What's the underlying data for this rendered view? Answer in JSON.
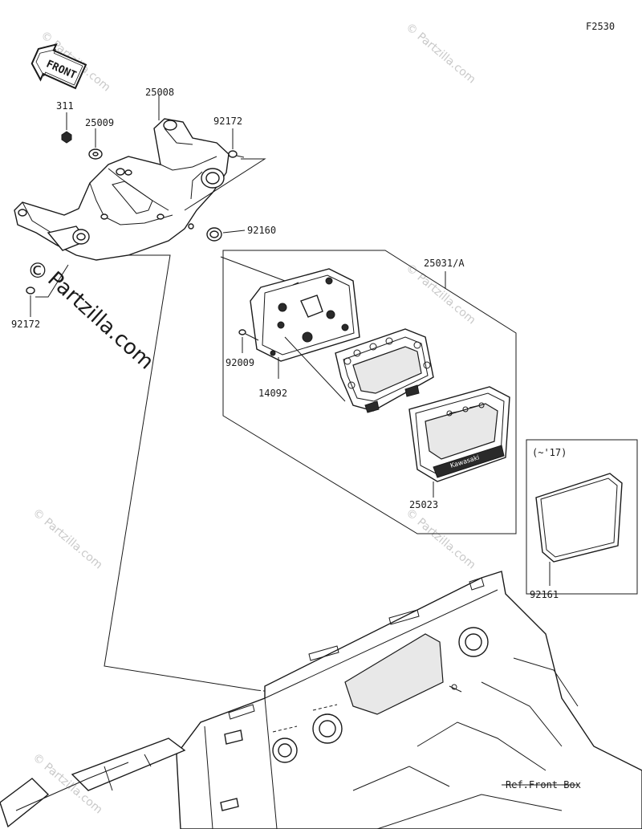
{
  "diagram": {
    "figure_code": "F2530",
    "front_label": "FRONT",
    "parts": [
      {
        "number": "311"
      },
      {
        "number": "25008"
      },
      {
        "number": "25009"
      },
      {
        "number": "92172"
      },
      {
        "number": "92160"
      },
      {
        "number": "92172"
      },
      {
        "number": "25031/A"
      },
      {
        "number": "92009"
      },
      {
        "number": "14092"
      },
      {
        "number": "25023"
      },
      {
        "number": "92161"
      }
    ],
    "variant_note": "(~'17)",
    "reference_label": "Ref.Front Box",
    "meter_brand": "Kawasaki",
    "watermark_text": "© Partzilla.com",
    "watermark_main": "Partzilla.com",
    "copyright_symbol": "©"
  }
}
